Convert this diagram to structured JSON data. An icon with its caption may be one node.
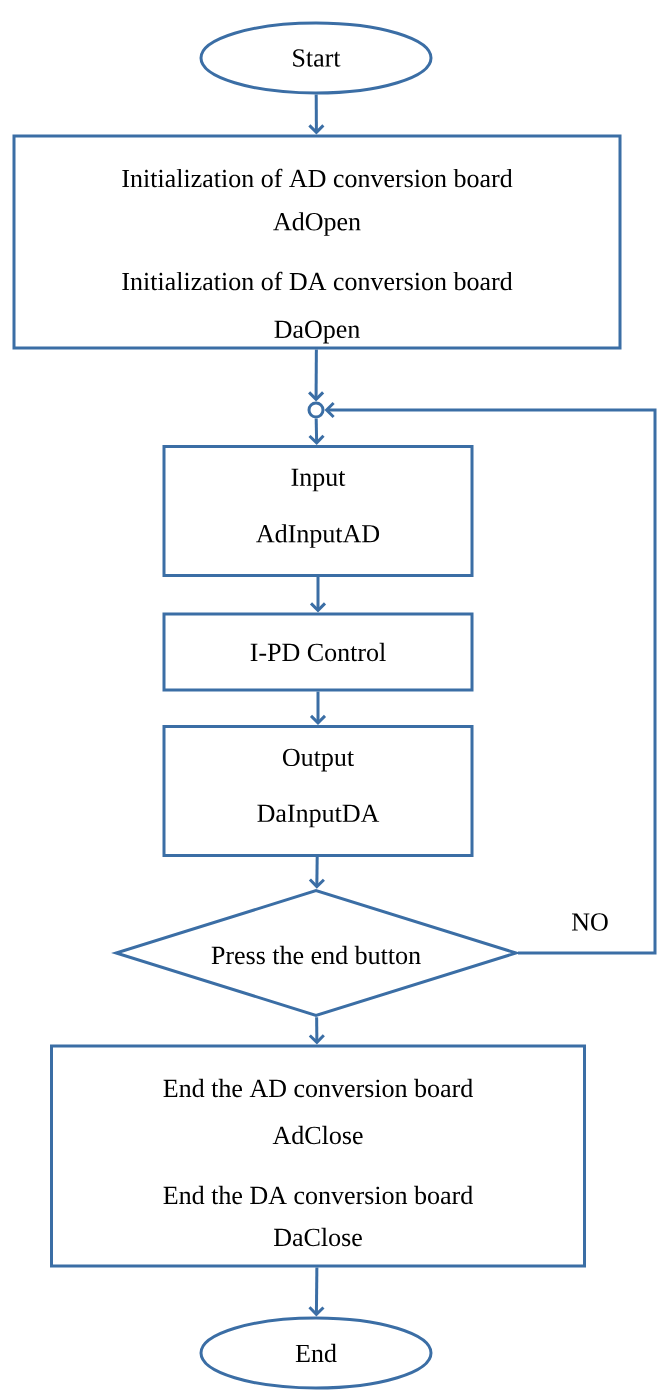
{
  "diagram": {
    "nodes": [
      {
        "text": [
          "Start"
        ]
      },
      {
        "text": [
          "Initialization of AD conversion board",
          "AdOpen",
          "Initialization of DA conversion board",
          "DaOpen"
        ]
      },
      {
        "text": [],
        "shape": "circle"
      },
      {
        "text": [
          "Input",
          "AdInputAD"
        ]
      },
      {
        "text": [
          "I-PD Control"
        ]
      },
      {
        "text": [
          "Output",
          "DaInputDA"
        ]
      },
      {
        "text": [
          "Press the end button"
        ]
      },
      {
        "text": [
          "End the AD conversion board",
          "AdClose",
          "End the DA conversion board",
          "DaClose"
        ]
      },
      {
        "text": [
          "End"
        ]
      }
    ],
    "edges": [
      {
        "from": 0,
        "to": 1,
        "arrow": "to"
      },
      {
        "from": 1,
        "to": 2,
        "arrow": "to"
      },
      {
        "from": 2,
        "to": 3,
        "arrow": "to"
      },
      {
        "from": 3,
        "to": 4,
        "arrow": "to"
      },
      {
        "from": 4,
        "to": 5,
        "arrow": "to"
      },
      {
        "from": 5,
        "to": 6,
        "arrow": "to"
      },
      {
        "from": 6,
        "to": 7,
        "arrow": "to"
      },
      {
        "from": 7,
        "to": 8,
        "arrow": "to"
      },
      {
        "from": 6,
        "to": 2,
        "arrow": "to",
        "label": "NO"
      }
    ]
  }
}
